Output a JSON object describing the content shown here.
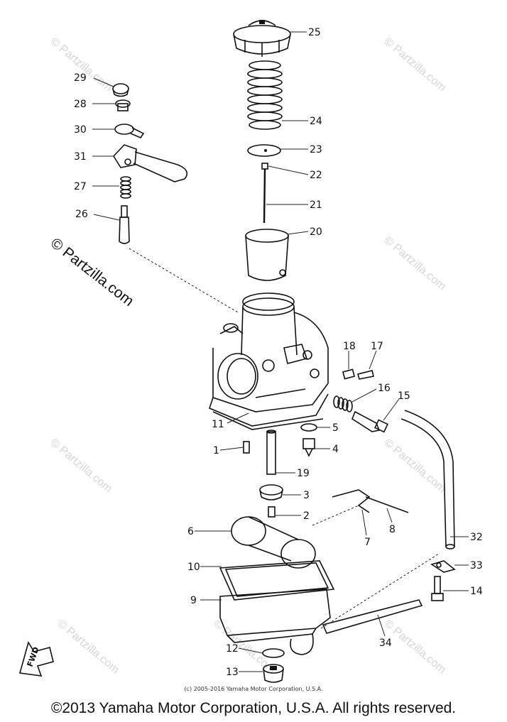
{
  "watermarks": [
    "© Partzilla.com",
    "© Partzilla.com",
    "© Partzilla.com",
    "© Partzilla.com",
    "© Partzilla.com",
    "© Partzilla.com",
    "© Partzilla.com",
    "© Partzilla.com"
  ],
  "side_watermark": "© Partzilla.com",
  "fwd_label": "FWD",
  "callouts": [
    "25",
    "24",
    "23",
    "22",
    "21",
    "20",
    "29",
    "28",
    "30",
    "31",
    "27",
    "26",
    "18",
    "17",
    "16",
    "15",
    "11",
    "1",
    "5",
    "4",
    "19",
    "3",
    "2",
    "6",
    "7",
    "8",
    "32",
    "10",
    "33",
    "14",
    "9",
    "34",
    "12",
    "13"
  ],
  "footer": {
    "small_copyright": "(c) 2005-2016 Yamaha Motor Corporation, U.S.A.",
    "main_copyright": "©2013 Yamaha Motor Corporation, U.S.A. All rights reserved."
  }
}
